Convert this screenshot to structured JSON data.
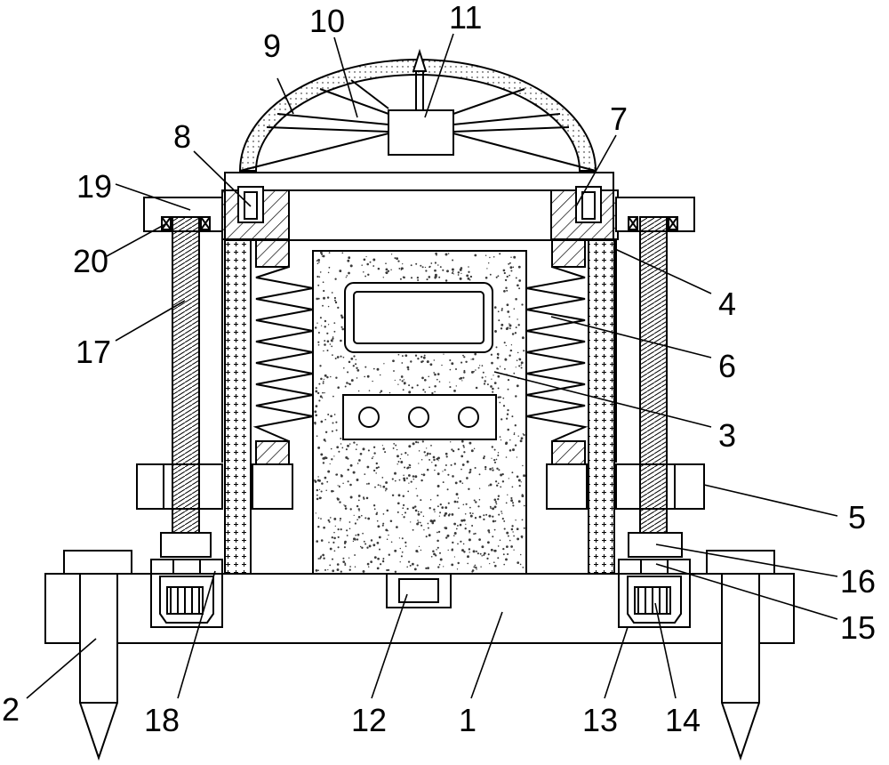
{
  "labels": {
    "l1": "1",
    "l2": "2",
    "l3": "3",
    "l4": "4",
    "l5": "5",
    "l6": "6",
    "l7": "7",
    "l8": "8",
    "l9": "9",
    "l10": "10",
    "l11": "11",
    "l12": "12",
    "l13": "13",
    "l14": "14",
    "l15": "15",
    "l16": "16",
    "l17": "17",
    "l18": "18",
    "l19": "19",
    "l20": "20"
  },
  "colors": {
    "stroke": "#000000",
    "background": "#ffffff",
    "speckle": "#3a3a3a"
  }
}
